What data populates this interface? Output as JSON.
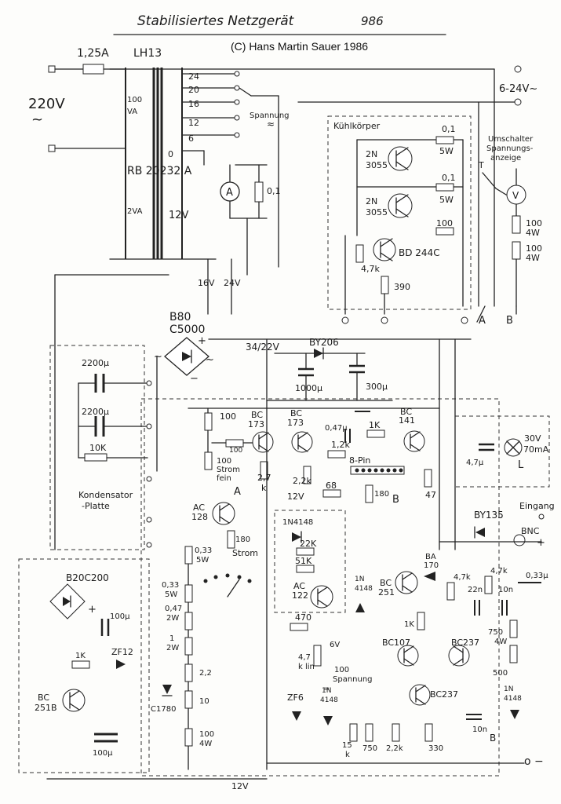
{
  "title": "Stabilisiertes Netzgerät",
  "number": "986",
  "copyright": "(C) Hans Martin Sauer 1986",
  "taps": [
    "24",
    "20",
    "16",
    "12",
    "6"
  ],
  "labels": {
    "fuse": "1,25A",
    "transformer": "LH13",
    "mains": "220V",
    "va100": "100",
    "va": "VA",
    "va2": "2VA",
    "rb": "RB 20232 A",
    "v12": "12V",
    "spannung_switch": "Spannung",
    "A": "A",
    "B": "B",
    "V": "V",
    "r01": "0,1",
    "v16": "16V",
    "v24": "24V",
    "output_range": "6-24V~",
    "heatsink": "Kühlkörper",
    "t2n": "2N",
    "t3055": "3055",
    "w5": "5W",
    "w4": "4W",
    "w2": "2W",
    "r100": "100",
    "bd244c": "BD 244C",
    "r4k7": "4,7k",
    "r390": "390",
    "meter_switch1": "Umschalter",
    "meter_switch2": "Spannungs-",
    "meter_switch3": "anzeige",
    "b80": "B80",
    "c5000": "C5000",
    "v3422": "34/22V",
    "by206": "BY206",
    "c1000": "1000µ",
    "c300": "300µ",
    "c2200": "2200µ",
    "r10k": "10K",
    "kondensator": "Kondensator",
    "platte": "-Platte",
    "strom": "Strom",
    "fein": "fein",
    "bc": "BC",
    "n173": "173",
    "n141": "141",
    "r1k": "1K",
    "c047": "0,47µ",
    "r1k2": "1,2k",
    "pin8": "8-Pin",
    "r180": "180",
    "r47": "47",
    "r27": "2,7",
    "r1k_short": "k",
    "r2k2": "2,2k",
    "r68": "68",
    "c47u": "4,7µ",
    "v30": "30V",
    "ma70": "70mA",
    "ac": "AC",
    "n128": "128",
    "r033": "0,33",
    "r047": "0,47",
    "r1": "1",
    "r22": "2,2",
    "r10": "10",
    "c1780": "C1780",
    "n4148": "1N4148",
    "r22k": "22K",
    "r51k": "51K",
    "n122": "122",
    "r470": "470",
    "r47k": "4,7",
    "klin": "k lin",
    "v6": "6V",
    "spannung": "Spannung",
    "n1": "1N",
    "n4148s": "4148",
    "ba": "BA",
    "n170": "170",
    "n251": "251",
    "by135": "BY135",
    "eingang": "Eingang",
    "bnc": "BNC",
    "c22n": "22n",
    "c10n": "10n",
    "c033u": "0,33µ",
    "r750": "750",
    "r500": "500",
    "bc107": "BC107",
    "bc237": "BC237",
    "zf6": "ZF6",
    "r15": "15",
    "rk": "k",
    "r330": "330",
    "b20c200": "B20C200",
    "c100u": "100µ",
    "zf12": "ZF12",
    "n251b": "251B"
  }
}
